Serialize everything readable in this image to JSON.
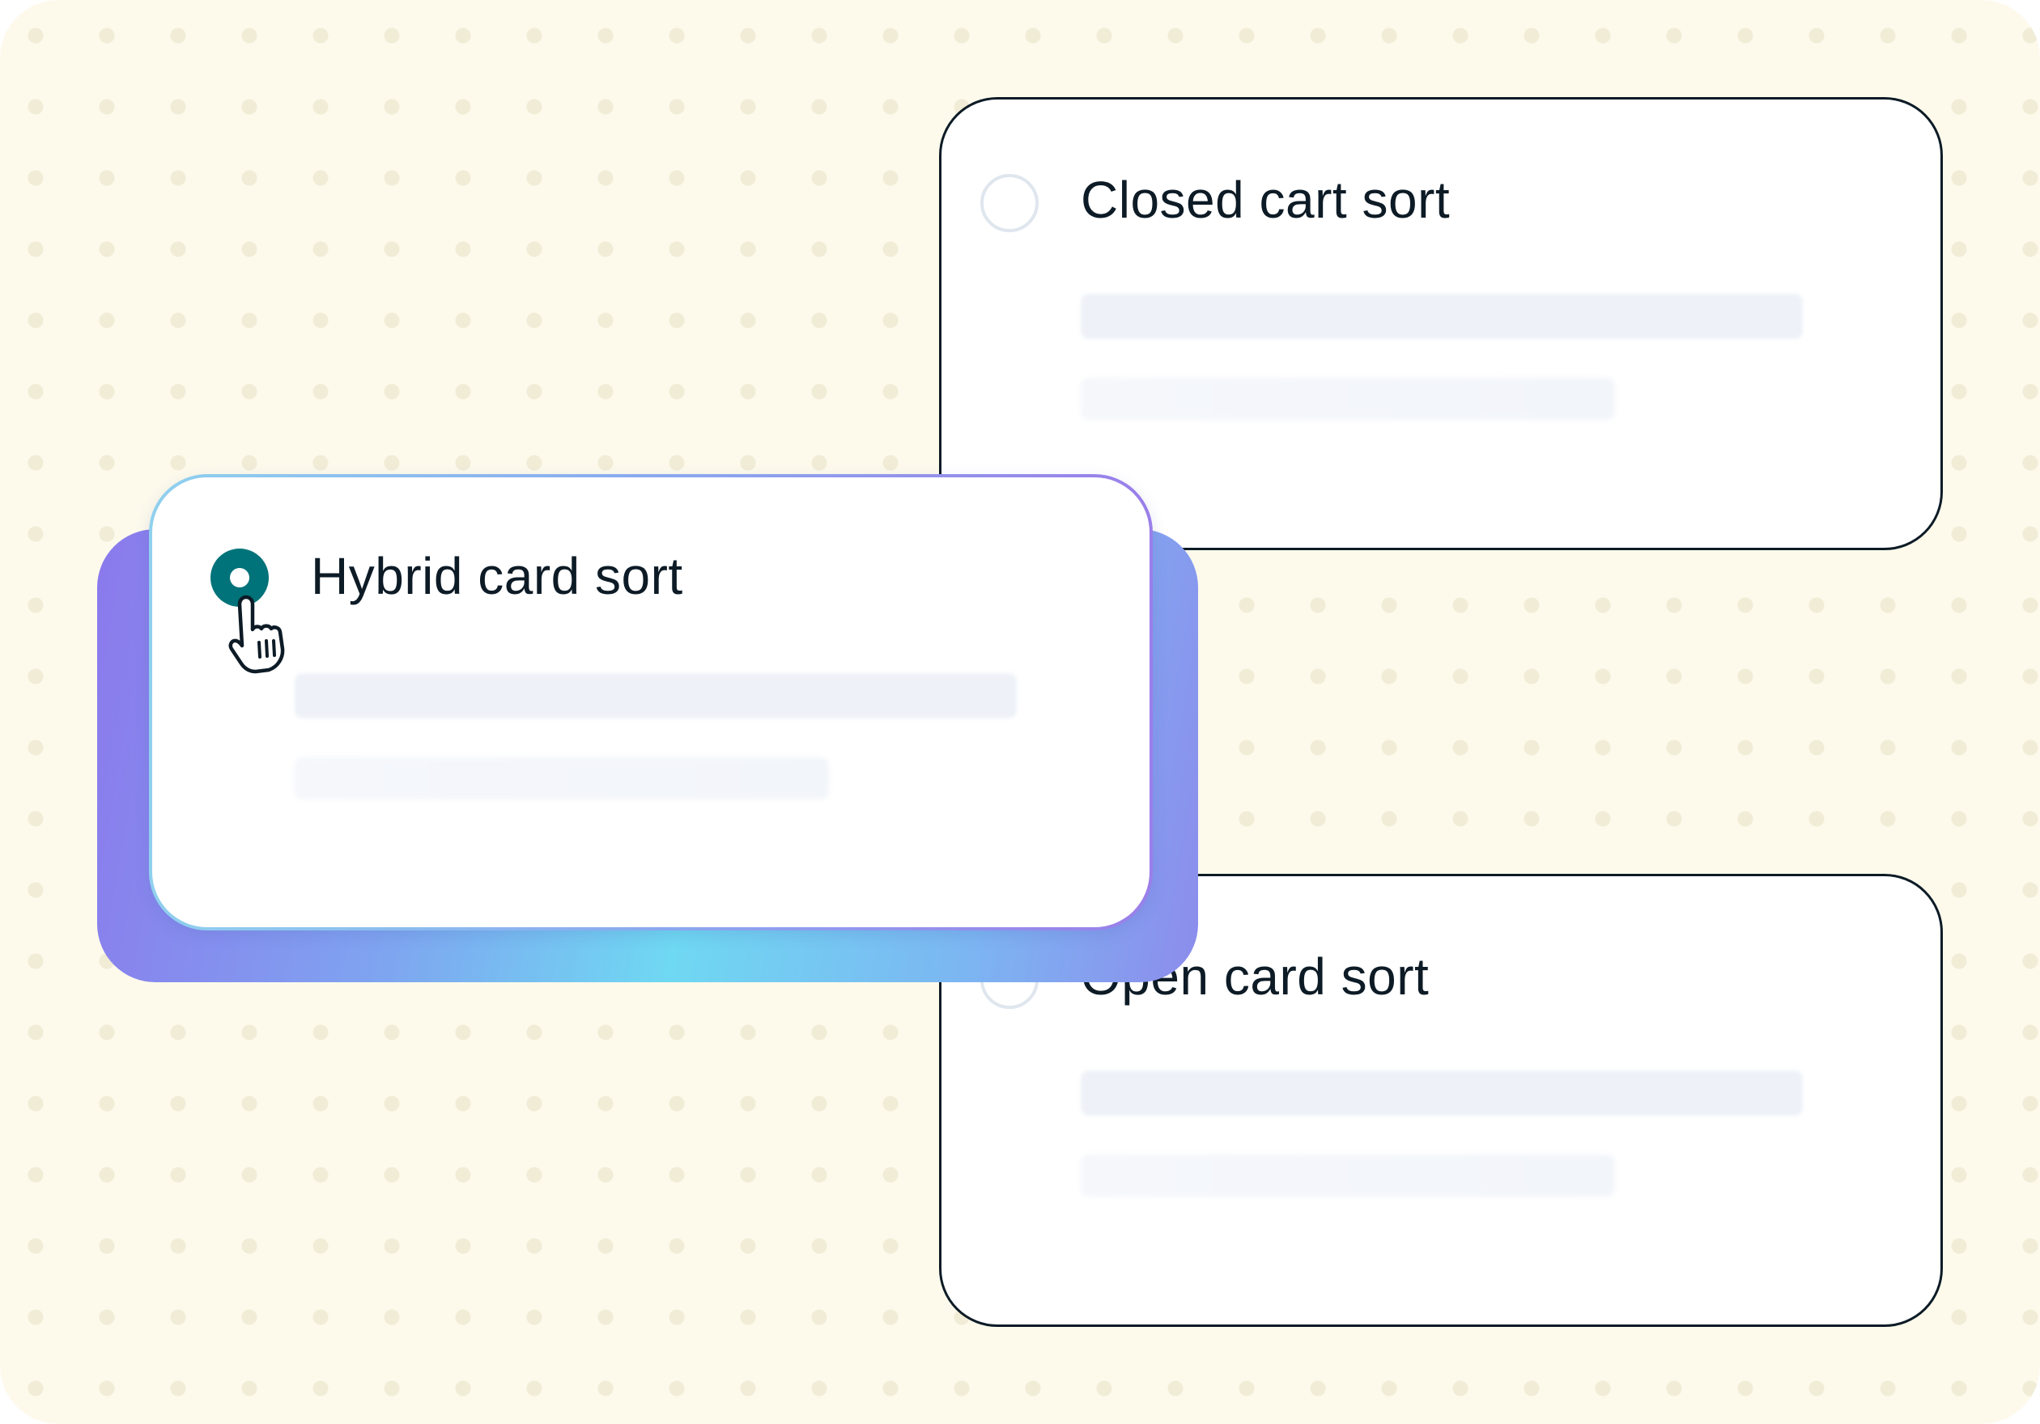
{
  "options": {
    "closed": {
      "label": "Closed cart sort",
      "selected": false
    },
    "hybrid": {
      "label": "Hybrid card sort",
      "selected": true
    },
    "open": {
      "label": "Open card sort",
      "selected": false
    }
  },
  "colors": {
    "background": "#fdfaec",
    "dot_pattern": "#f1ecd6",
    "card_border": "#0d1b26",
    "radio_selected": "#007279",
    "radio_unselected_border": "#dfe6ee",
    "text": "#0d1b26",
    "skeleton": "#eef2f8",
    "highlight_gradient": [
      "#8b79ec",
      "#6fd8f2",
      "#8c8cec"
    ]
  },
  "icons": {
    "cursor": "hand-pointer-icon"
  }
}
